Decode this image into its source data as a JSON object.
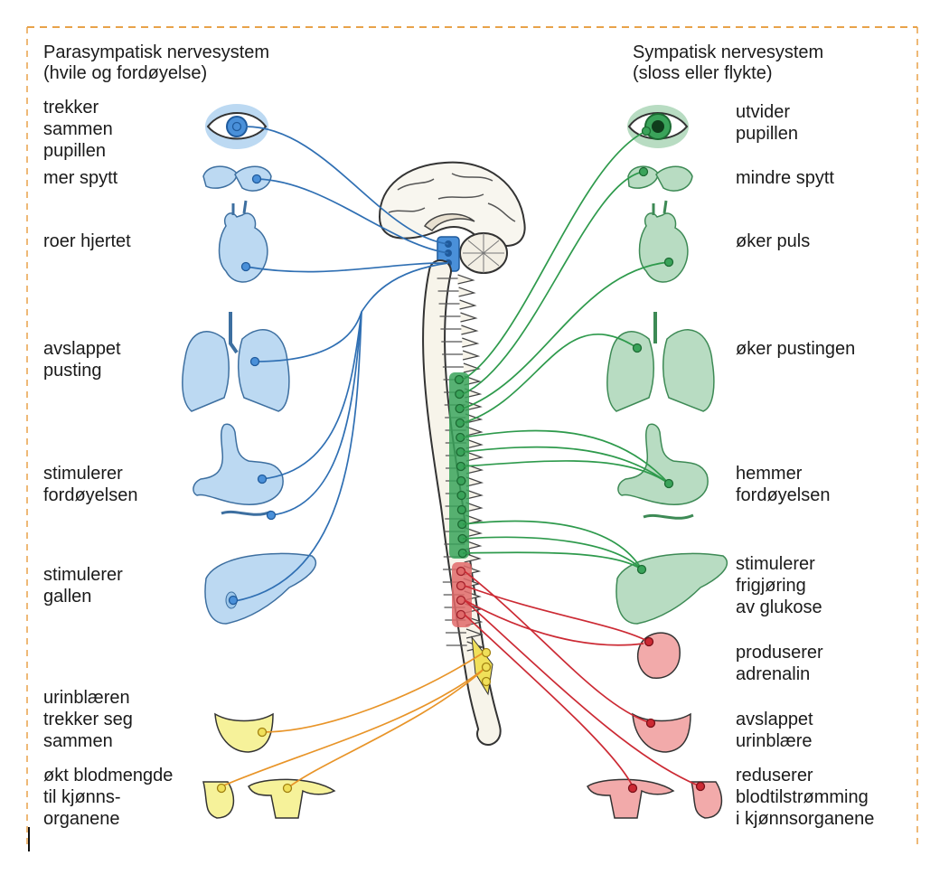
{
  "parasympathetic": {
    "title": "Parasympatisk nervesystem",
    "subtitle": "(hvile og fordøyelse)",
    "effects": [
      "trekker\nsammen\npupillen",
      "mer spytt",
      "roer hjertet",
      "avslappet\npusting",
      "stimulerer\nfordøyelsen",
      "stimulerer\ngallen",
      "urinblæren\ntrekker seg\nsammen",
      "økt blodmengde\ntil kjønns-\norganene"
    ]
  },
  "sympathetic": {
    "title": "Sympatisk nervesystem",
    "subtitle": "(sloss eller flykte)",
    "effects": [
      "utvider\npupillen",
      "mindre spytt",
      "øker puls",
      "øker pustingen",
      "hemmer\nfordøyelsen",
      "stimulerer\nfrigjøring\nav glukose",
      "produserer\nadrenalin",
      "avslappet\nurinblære",
      "reduserer\nblodtilstrømming\ni kjønnsorganene"
    ]
  },
  "colors": {
    "parasympathetic_nerve": "#2f6fb3",
    "parasympathetic_organ": "#bcd9f2",
    "sympathetic_nerve": "#2e9a4c",
    "sympathetic_organ": "#b8dcc2",
    "sympathetic_red": "#cc2a34",
    "red_organ": "#f2aaaa",
    "sacral_orange": "#e89428",
    "yellow_organ": "#f6f29a",
    "frame_dash": "#e8a24a"
  }
}
